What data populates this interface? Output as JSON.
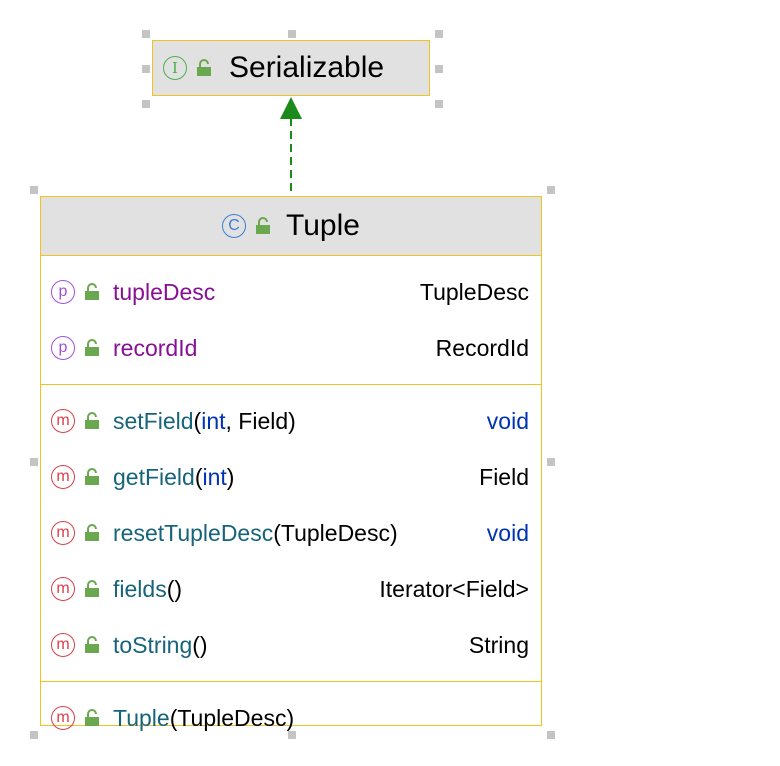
{
  "interface": {
    "stereotype_icon": "interface-icon",
    "stereotype_letter": "I",
    "name": "Serializable"
  },
  "class": {
    "stereotype_icon": "class-icon",
    "stereotype_letter": "C",
    "name": "Tuple",
    "properties": [
      {
        "name": "tupleDesc",
        "type": "TupleDesc"
      },
      {
        "name": "recordId",
        "type": "RecordId"
      }
    ],
    "methods": [
      {
        "name": "setField",
        "open": "(",
        "param1": "int",
        "sep": ", ",
        "param2": "Field",
        "close": ")",
        "return": "void"
      },
      {
        "name": "getField",
        "open": "(",
        "param1": "int",
        "close": ")",
        "return": "Field"
      },
      {
        "name": "resetTupleDesc",
        "open": "(",
        "param1": "TupleDesc",
        "close": ")",
        "return": "void"
      },
      {
        "name": "fields",
        "parens": "()",
        "return": "Iterator<Field>"
      },
      {
        "name": "toString",
        "parens": "()",
        "return": "String"
      }
    ],
    "constructors": [
      {
        "name": "Tuple",
        "open": "(",
        "param1": "TupleDesc",
        "close": ")"
      }
    ]
  },
  "relation": {
    "type": "implements",
    "from": "Tuple",
    "to": "Serializable",
    "color": "#1a8a1a"
  },
  "colors": {
    "border": "#f0c420",
    "header_bg": "#e1e1e1",
    "property": "#871094",
    "method": "#17647a",
    "keyword": "#0033b3"
  },
  "badges": {
    "property": "p",
    "method": "m"
  }
}
